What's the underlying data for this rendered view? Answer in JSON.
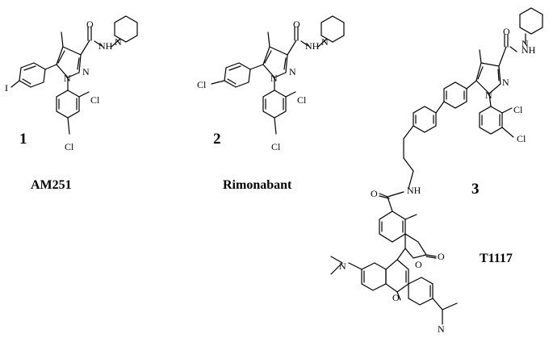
{
  "compounds": [
    {
      "number": "1",
      "name": "AM251",
      "atoms": {
        "iodo": "I",
        "cl_ortho": "Cl",
        "cl_para": "Cl",
        "n1": "N",
        "n2": "N",
        "amide_n": "N",
        "nh": "NH",
        "o": "O"
      }
    },
    {
      "number": "2",
      "name": "Rimonabant",
      "atoms": {
        "cl_phenyl": "Cl",
        "cl_ortho": "Cl",
        "cl_para": "Cl",
        "n1": "N",
        "n2": "N",
        "amide_n": "N",
        "nh": "NH",
        "o": "O"
      }
    },
    {
      "number": "3",
      "name": "T1117",
      "atoms": {
        "cl_ortho": "Cl",
        "cl_para": "Cl",
        "n1": "N",
        "n2": "N",
        "amide_n": "N",
        "nh": "NH",
        "o": "O",
        "linker_nh": "NH",
        "linker_o": "O",
        "lactone_o": "O",
        "lactone_oc": "O",
        "xanthene_o": "O",
        "nme2_left": "N",
        "nme2_right": "N"
      }
    }
  ],
  "colors": {
    "ink": "#000000",
    "background": "#ffffff"
  }
}
